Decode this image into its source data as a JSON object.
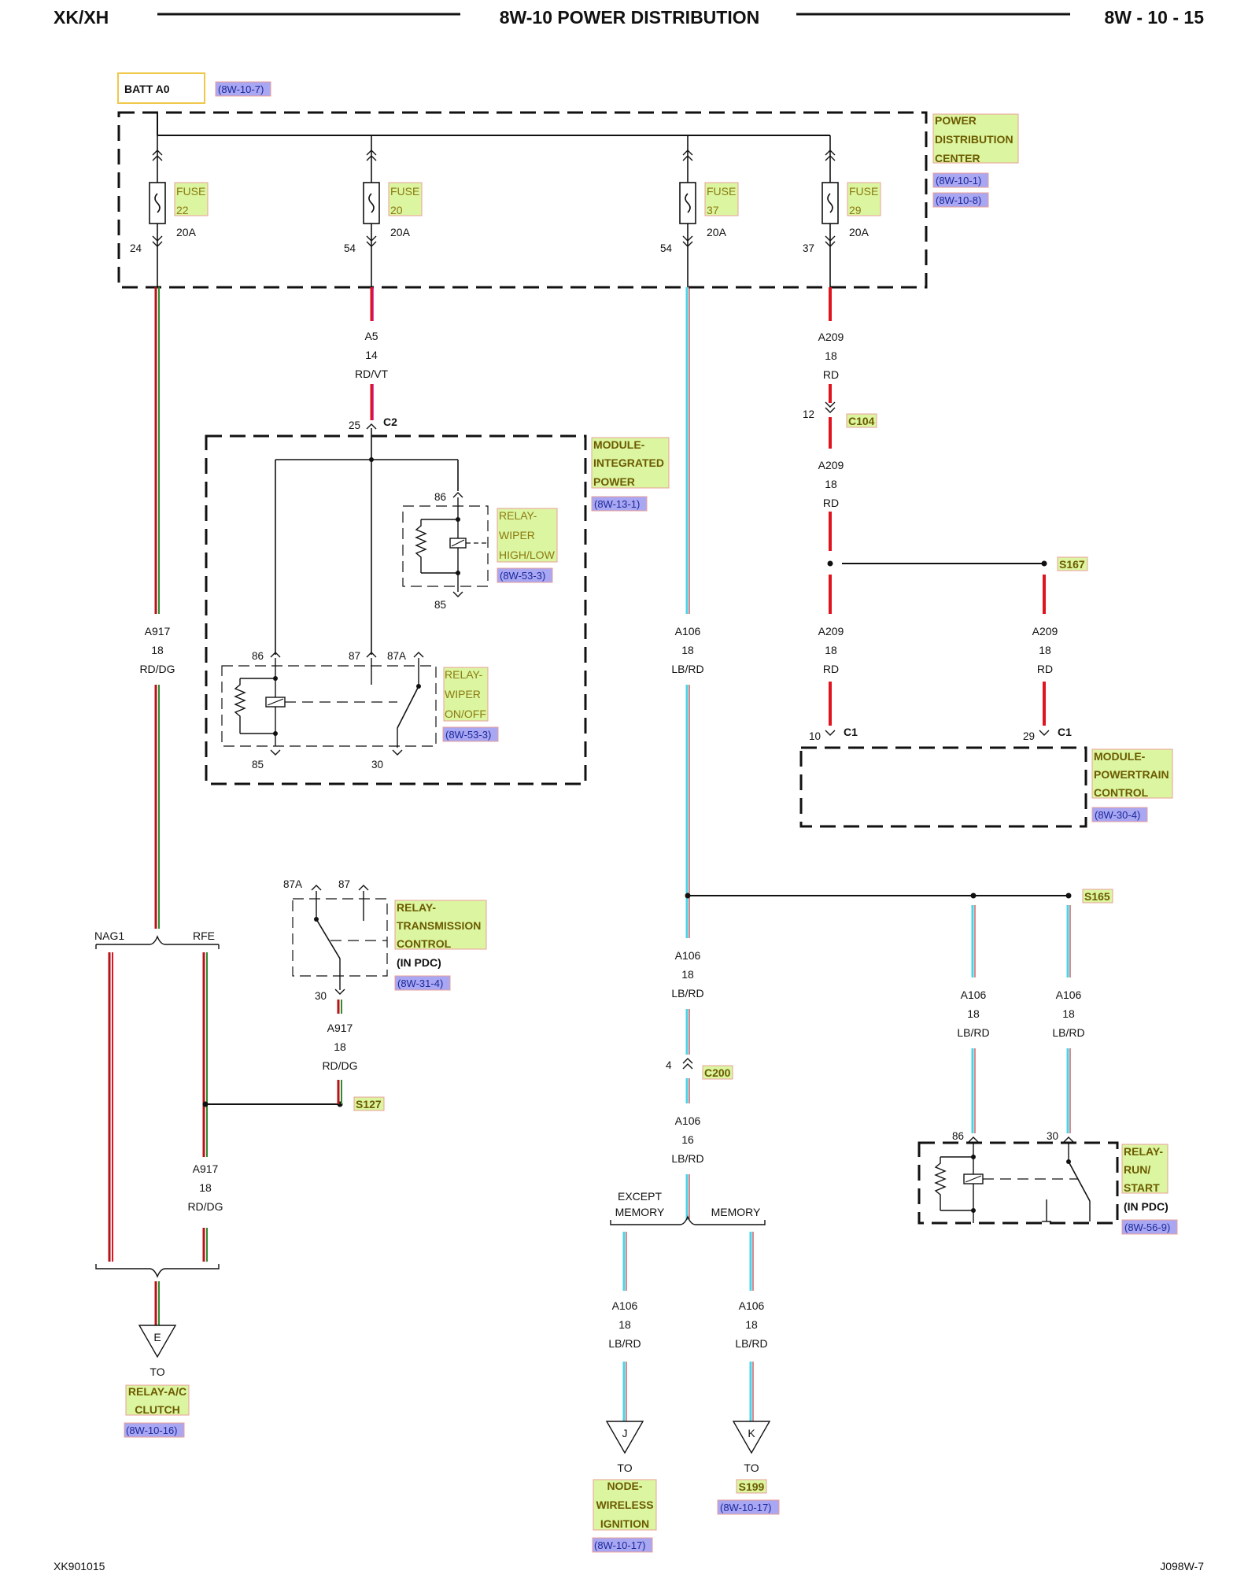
{
  "header": {
    "left": "XK/XH",
    "title": "8W-10 POWER DISTRIBUTION",
    "page": "8W - 10 - 15"
  },
  "footer": {
    "left": "XK901015",
    "right": "J098W-7"
  },
  "batt": {
    "label": "BATT A0",
    "ref": "(8W-10-7)"
  },
  "pdc": {
    "line1": "POWER",
    "line2": "DISTRIBUTION",
    "line3": "CENTER",
    "ref1": "(8W-10-1)",
    "ref2": "(8W-10-8)"
  },
  "fuses": [
    {
      "word": "FUSE",
      "num": "22",
      "amp": "20A",
      "pin": "24"
    },
    {
      "word": "FUSE",
      "num": "20",
      "amp": "20A",
      "pin": "54"
    },
    {
      "word": "FUSE",
      "num": "37",
      "amp": "20A",
      "pin": "54"
    },
    {
      "word": "FUSE",
      "num": "29",
      "amp": "20A",
      "pin": "37"
    }
  ],
  "wires": {
    "a5": {
      "circuit": "A5",
      "gauge": "14",
      "color": "RD/VT"
    },
    "a917": {
      "circuit": "A917",
      "gauge": "18",
      "color": "RD/DG"
    },
    "a106": {
      "circuit": "A106",
      "gauge": "18",
      "color": "LB/RD"
    },
    "a106_16": {
      "circuit": "A106",
      "gauge": "16",
      "color": "LB/RD"
    },
    "a209": {
      "circuit": "A209",
      "gauge": "18",
      "color": "RD"
    }
  },
  "connectors": {
    "c2": {
      "pin": "25",
      "name": "C2"
    },
    "c104": {
      "pin": "12",
      "name": "C104"
    },
    "c1a": {
      "pin": "10",
      "name": "C1"
    },
    "c1b": {
      "pin": "29",
      "name": "C1"
    },
    "c200": {
      "pin": "4",
      "name": "C200"
    }
  },
  "splices": {
    "s167": "S167",
    "s165": "S165",
    "s127": "S127"
  },
  "tipm": {
    "line1": "MODULE-",
    "line2": "INTEGRATED",
    "line3": "POWER",
    "ref": "(8W-13-1)"
  },
  "relay_hl": {
    "line1": "RELAY-",
    "line2": "WIPER",
    "line3": "HIGH/LOW",
    "ref": "(8W-53-3)",
    "pin_top": "86",
    "pin_bot": "85"
  },
  "relay_onoff": {
    "line1": "RELAY-",
    "line2": "WIPER",
    "line3": "ON/OFF",
    "ref": "(8W-53-3)",
    "p86": "86",
    "p87": "87",
    "p87a": "87A",
    "p85": "85",
    "p30": "30"
  },
  "relay_trans": {
    "line1": "RELAY-",
    "line2": "TRANSMISSION",
    "line3": "CONTROL",
    "note": "(IN PDC)",
    "ref": "(8W-31-4)",
    "p87a": "87A",
    "p87": "87",
    "p30": "30"
  },
  "pcm": {
    "line1": "MODULE-",
    "line2": "POWERTRAIN",
    "line3": "CONTROL",
    "ref": "(8W-30-4)"
  },
  "relay_run": {
    "line1": "RELAY-",
    "line2": "RUN/",
    "line3": "START",
    "note": "(IN PDC)",
    "ref": "(8W-56-9)",
    "p86": "86",
    "p30": "30"
  },
  "variants": {
    "nag1": "NAG1",
    "rfe": "RFE",
    "except": "EXCEPT",
    "except2": "MEMORY",
    "memory": "MEMORY"
  },
  "dest_e": {
    "letter": "E",
    "to": "TO",
    "line1": "RELAY-A/C",
    "line2": "CLUTCH",
    "ref": "(8W-10-16)"
  },
  "dest_j": {
    "letter": "J",
    "to": "TO",
    "line1": "NODE-",
    "line2": "WIRELESS",
    "line3": "IGNITION",
    "ref": "(8W-10-17)"
  },
  "dest_k": {
    "letter": "K",
    "to": "TO",
    "line1": "S199",
    "ref": "(8W-10-17)"
  },
  "colors": {
    "red": "#e0141e",
    "darkred": "#b4141a",
    "green": "#2e8b2e",
    "cyan": "#4cd3e6",
    "hl_yellow": "#dcf5a0",
    "hl_border": "#e8a09a",
    "hl_blue": "#a9a6f2"
  }
}
